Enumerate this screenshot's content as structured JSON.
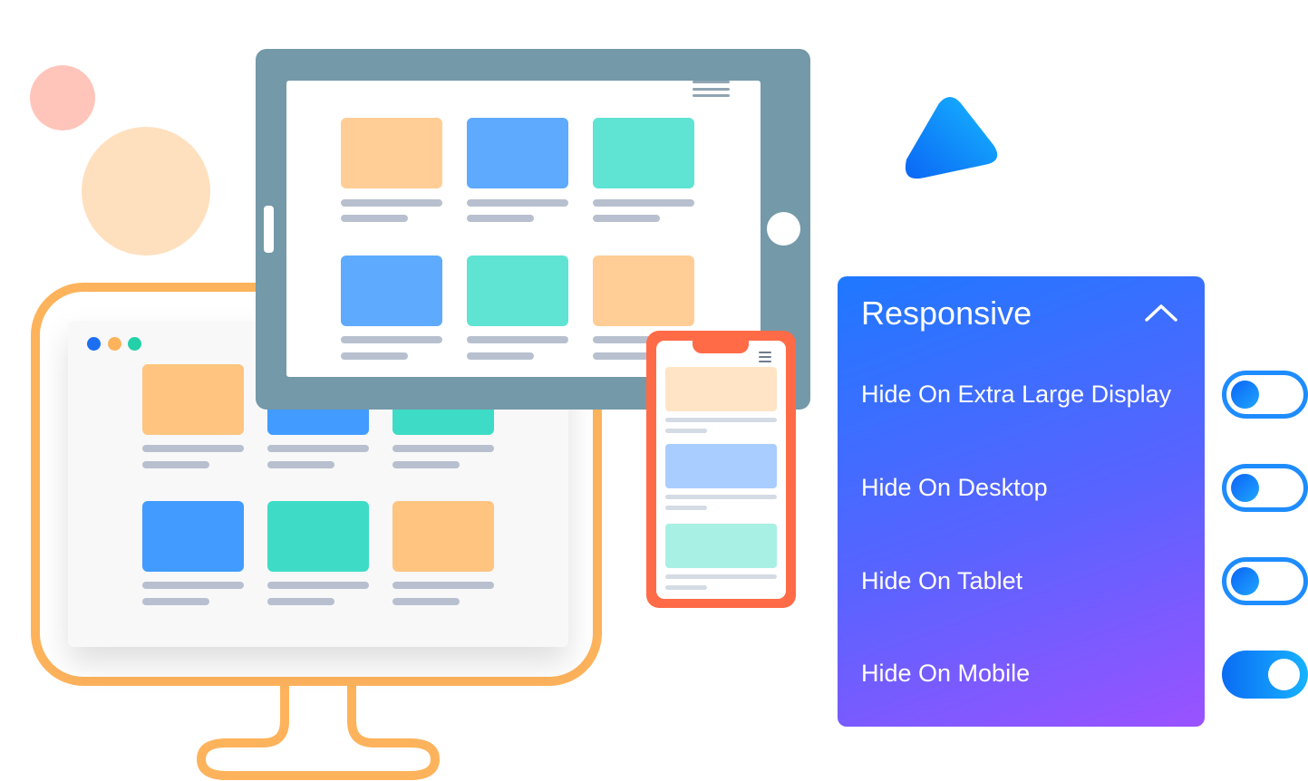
{
  "panel": {
    "title": "Responsive",
    "items": [
      {
        "label": "Hide On Extra Large Display",
        "enabled": false
      },
      {
        "label": "Hide On Desktop",
        "enabled": false
      },
      {
        "label": "Hide On Tablet",
        "enabled": false
      },
      {
        "label": "Hide On Mobile",
        "enabled": true
      }
    ]
  },
  "icons": {
    "panel_toggle": "chevron-up-icon",
    "tablet_menu": "hamburger-menu-icon",
    "phone_menu": "hamburger-menu-icon"
  },
  "colors": {
    "panel_gradient_start": "#1f78ff",
    "panel_gradient_end": "#9a52ff",
    "toggle_accent": "#1e8cff",
    "monitor": "#fdb35c",
    "tablet": "#7499a9",
    "phone": "#ff6b47",
    "card_orange": "#ffc480",
    "card_blue": "#429bff",
    "card_teal": "#3edcc6"
  }
}
